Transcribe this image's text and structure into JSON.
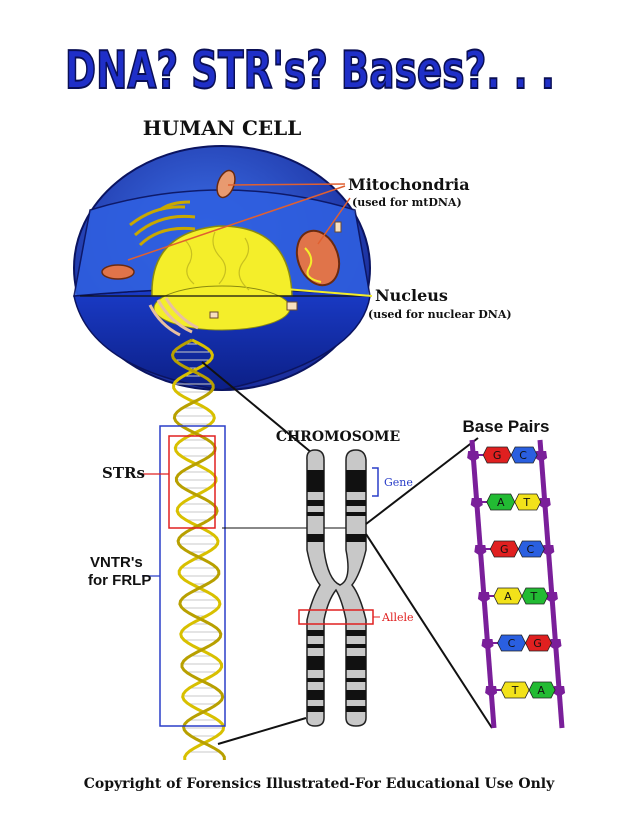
{
  "title": "DNA?  STR's? Bases?. . .",
  "cell": {
    "heading": "HUMAN CELL",
    "mitochondria_label": "Mitochondria",
    "mitochondria_note": "(used for mtDNA)",
    "nucleus_label": "Nucleus",
    "nucleus_note": "(used for nuclear DNA)"
  },
  "dna": {
    "strs_label": "STRs",
    "vntr_label_line1": "VNTR's",
    "vntr_label_line2": "for FRLP"
  },
  "chromosome": {
    "heading": "CHROMOSOME",
    "gene_label": "Gene",
    "allele_label": "Allele"
  },
  "base_pairs": {
    "heading": "Base Pairs",
    "pairs": [
      {
        "left": "G",
        "right": "C",
        "left_color": "#e02020",
        "right_color": "#2a5fe0"
      },
      {
        "left": "A",
        "right": "T",
        "left_color": "#22bb33",
        "right_color": "#f2e21a"
      },
      {
        "left": "G",
        "right": "C",
        "left_color": "#e02020",
        "right_color": "#2a5fe0"
      },
      {
        "left": "A",
        "right": "T",
        "left_color": "#f2e21a",
        "right_color": "#22bb33"
      },
      {
        "left": "C",
        "right": "G",
        "left_color": "#2a5fe0",
        "right_color": "#e02020"
      },
      {
        "left": "T",
        "right": "A",
        "left_color": "#f2e21a",
        "right_color": "#22bb33"
      }
    ]
  },
  "footer": "Copyright of Forensics Illustrated-For Educational Use Only",
  "colors": {
    "title_fill": "#1f2fc8",
    "cell_outer": "#1c3fa8",
    "cell_inner": "#3b6ee6",
    "nucleus": "#f4ee2a",
    "ladder": "#7a1f9a",
    "chromosome": "#c8c8c8"
  }
}
